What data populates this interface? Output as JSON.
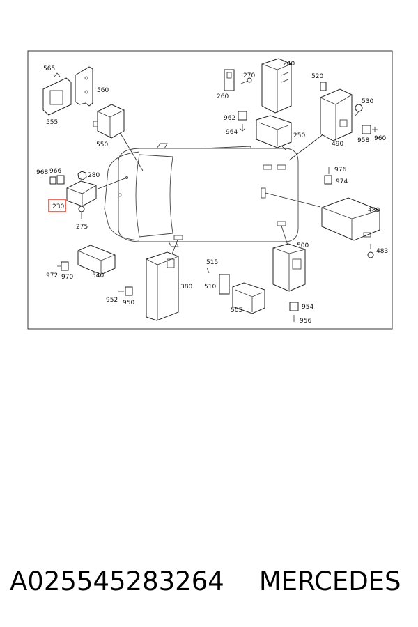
{
  "diagram": {
    "highlighted_callout": "230",
    "callouts": {
      "c565": "565",
      "c555": "555",
      "c560": "560",
      "c550": "550",
      "c968": "968",
      "c966": "966",
      "c280": "280",
      "c230": "230",
      "c275": "275",
      "c260": "260",
      "c270": "270",
      "c240": "240",
      "c962": "962",
      "c964": "964",
      "c250": "250",
      "c520": "520",
      "c530": "530",
      "c490": "490",
      "c958": "958",
      "c960": "960",
      "c976": "976",
      "c974": "974",
      "c480": "480",
      "c483": "483",
      "c500": "500",
      "c954": "954",
      "c956": "956",
      "c972": "972",
      "c970": "970",
      "c540": "540",
      "c952": "952",
      "c950": "950",
      "c380": "380",
      "c515": "515",
      "c510": "510",
      "c505": "505"
    }
  },
  "footer": {
    "part_number": "A025545283264",
    "brand": "MERCEDES"
  },
  "colors": {
    "highlight": "#e0301e"
  }
}
